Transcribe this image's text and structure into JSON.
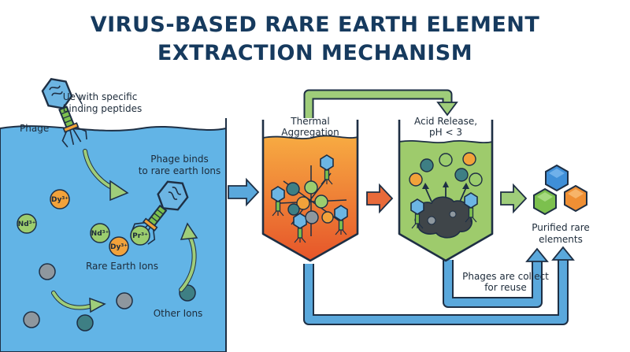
{
  "title": {
    "line1": "VIRUS-BASED RARE EARTH ELEMENT",
    "line2": "EXTRACTION MECHANISM"
  },
  "labels": {
    "phage": "Phage",
    "ue_line1": "Ue with specific",
    "ue_line2": "binding peptides",
    "binds_line1": "Phage binds",
    "binds_line2": "to rare earth Ions",
    "rare_earth_ions": "Rare Earth Ions",
    "other_ions": "Other Ions",
    "thermal_line1": "Thermal",
    "thermal_line2": "Aggregation",
    "acid_line1": "Acid Release,",
    "acid_line2": "pH < 3",
    "purified_line1": "Purified rare",
    "purified_line2": "elements",
    "collect_line1": "Phages are collect",
    "collect_line2": "for reuse"
  },
  "ions": {
    "dy_top": "Dy³⁺",
    "nd_left": "Nd³⁺",
    "nd_mid": "Nd³⁺",
    "dy_mid": "Dy³⁺",
    "pr": "Pr³⁺"
  },
  "colors": {
    "title": "#163a5e",
    "water": "#62b4e6",
    "outline": "#1e2f44",
    "phage_head": "#6cb5e3",
    "phage_tail": "#7cc04e",
    "arrow_green": "#9fcd7a",
    "arrow_blue": "#5aa8dc",
    "ion_orange": "#f2a23a",
    "ion_green": "#9ccd6e",
    "ion_gray": "#8e979e",
    "ion_teal": "#3e7f84",
    "tank1_top": "#f6a23b",
    "tank1_bottom": "#e85b2c",
    "tank2": "#9ecb6c",
    "gem_blue": "#3f8fd8",
    "gem_green": "#7cc04e",
    "gem_orange": "#ef8f34"
  }
}
